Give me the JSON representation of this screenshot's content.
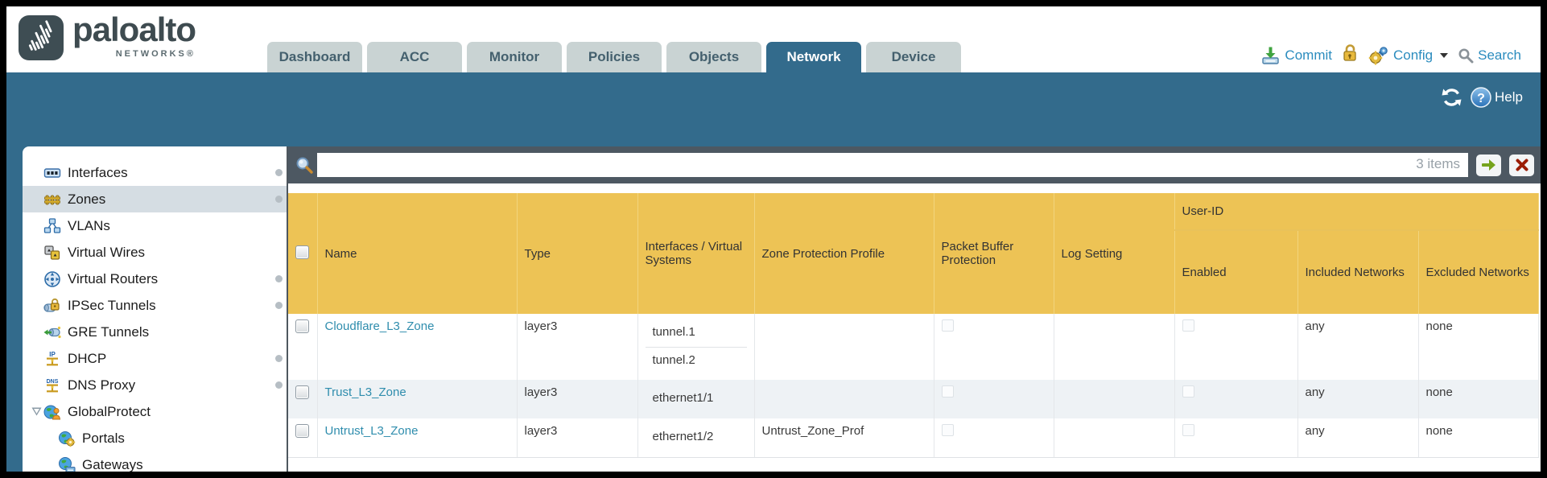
{
  "brand": {
    "name": "paloalto",
    "sub": "NETWORKS®"
  },
  "nav": {
    "tabs": [
      {
        "label": "Dashboard",
        "active": false
      },
      {
        "label": "ACC",
        "active": false
      },
      {
        "label": "Monitor",
        "active": false
      },
      {
        "label": "Policies",
        "active": false
      },
      {
        "label": "Objects",
        "active": false
      },
      {
        "label": "Network",
        "active": true
      },
      {
        "label": "Device",
        "active": false
      }
    ],
    "commit_label": "Commit",
    "config_label": "Config",
    "search_label": "Search"
  },
  "toolbar": {
    "help_label": "Help"
  },
  "filter_bar": {
    "value": "",
    "items_count": "3 items"
  },
  "sidebar": {
    "items": [
      {
        "label": "Interfaces",
        "dot": true
      },
      {
        "label": "Zones",
        "dot": true,
        "selected": true
      },
      {
        "label": "VLANs"
      },
      {
        "label": "Virtual Wires"
      },
      {
        "label": "Virtual Routers",
        "dot": true
      },
      {
        "label": "IPSec Tunnels",
        "dot": true
      },
      {
        "label": "GRE Tunnels"
      },
      {
        "label": "DHCP",
        "dot": true
      },
      {
        "label": "DNS Proxy",
        "dot": true
      },
      {
        "label": "GlobalProtect",
        "expanded": true
      },
      {
        "label": "Portals",
        "child": true
      },
      {
        "label": "Gateways",
        "child": true
      }
    ]
  },
  "table": {
    "group_header": "User-ID",
    "columns": {
      "name": "Name",
      "type": "Type",
      "interfaces": "Interfaces / Virtual Systems",
      "zone_protection": "Zone Protection Profile",
      "packet_buffer": "Packet Buffer Protection",
      "log_setting": "Log Setting",
      "enabled": "Enabled",
      "included": "Included Networks",
      "excluded": "Excluded Networks"
    },
    "rows": [
      {
        "name": "Cloudflare_L3_Zone",
        "type": "layer3",
        "interfaces": [
          "tunnel.1",
          "tunnel.2"
        ],
        "zone_protection": "",
        "log_setting": "",
        "included": "any",
        "excluded": "none"
      },
      {
        "name": "Trust_L3_Zone",
        "type": "layer3",
        "interfaces": [
          "ethernet1/1"
        ],
        "zone_protection": "",
        "log_setting": "",
        "included": "any",
        "excluded": "none"
      },
      {
        "name": "Untrust_L3_Zone",
        "type": "layer3",
        "interfaces": [
          "ethernet1/2"
        ],
        "zone_protection": "Untrust_Zone_Prof",
        "log_setting": "",
        "included": "any",
        "excluded": "none"
      }
    ]
  },
  "colors": {
    "teal_band": "#336b8c",
    "header_gold": "#edc355",
    "group_gold": "#d9a93c",
    "link_blue": "#2f8dad",
    "dark_bar": "#4d5862",
    "action_blue": "#2b8cbe"
  },
  "icons": {
    "logo_mark": "paloalto-wave-mark",
    "commit": "commit-download-icon",
    "lock": "padlock-icon",
    "config": "config-key-gear-icon",
    "search": "magnifier-icon",
    "refresh": "refresh-circular-arrows-icon",
    "help": "question-mark-circle-icon",
    "go": "green-arrow-right-icon",
    "clear": "red-x-icon"
  }
}
